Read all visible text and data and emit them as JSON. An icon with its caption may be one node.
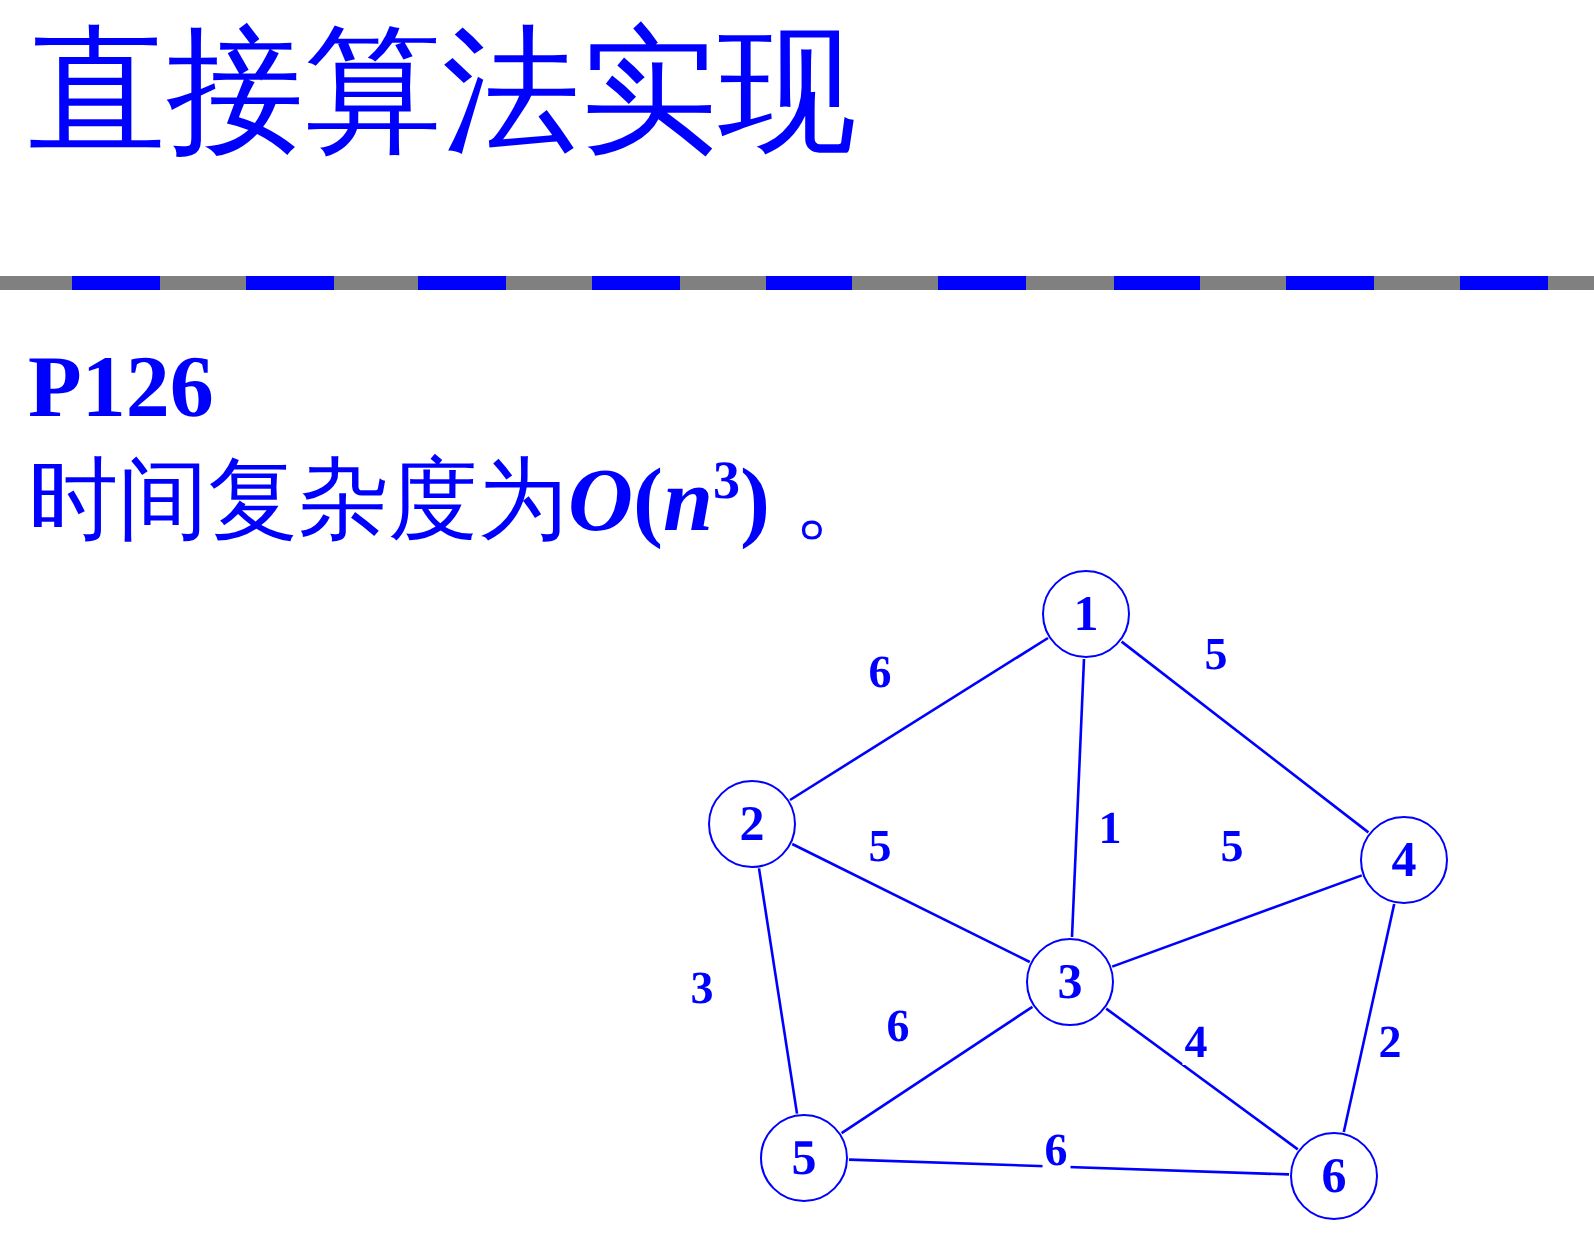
{
  "diagram": {
    "title": "直接算法实现",
    "nodes": [
      {
        "text": [
          "1"
        ]
      },
      {
        "text": [
          "2"
        ]
      },
      {
        "text": [
          "3"
        ]
      },
      {
        "text": [
          "4"
        ]
      },
      {
        "text": [
          "5"
        ]
      },
      {
        "text": [
          "6"
        ]
      }
    ],
    "edges": [
      {
        "from": 0,
        "to": 1,
        "arrow": "none",
        "label": "6"
      },
      {
        "from": 0,
        "to": 2,
        "arrow": "none",
        "label": "1"
      },
      {
        "from": 0,
        "to": 3,
        "arrow": "none",
        "label": "5"
      },
      {
        "from": 1,
        "to": 2,
        "arrow": "none",
        "label": "5"
      },
      {
        "from": 1,
        "to": 4,
        "arrow": "none",
        "label": "3"
      },
      {
        "from": 2,
        "to": 3,
        "arrow": "none",
        "label": "5"
      },
      {
        "from": 2,
        "to": 4,
        "arrow": "none",
        "label": "6"
      },
      {
        "from": 2,
        "to": 5,
        "arrow": "none",
        "label": "4"
      },
      {
        "from": 3,
        "to": 5,
        "arrow": "none",
        "label": "2"
      },
      {
        "from": 4,
        "to": 5,
        "arrow": "none",
        "label": "6"
      }
    ],
    "labels": [
      "P126",
      "时间复杂度为***O*(*n*$^{3}$)** 。"
    ]
  }
}
